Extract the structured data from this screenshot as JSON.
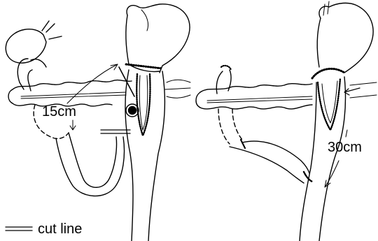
{
  "labels": {
    "left_length": "15cm",
    "right_length": "30cm",
    "legend_text": "cut line"
  }
}
